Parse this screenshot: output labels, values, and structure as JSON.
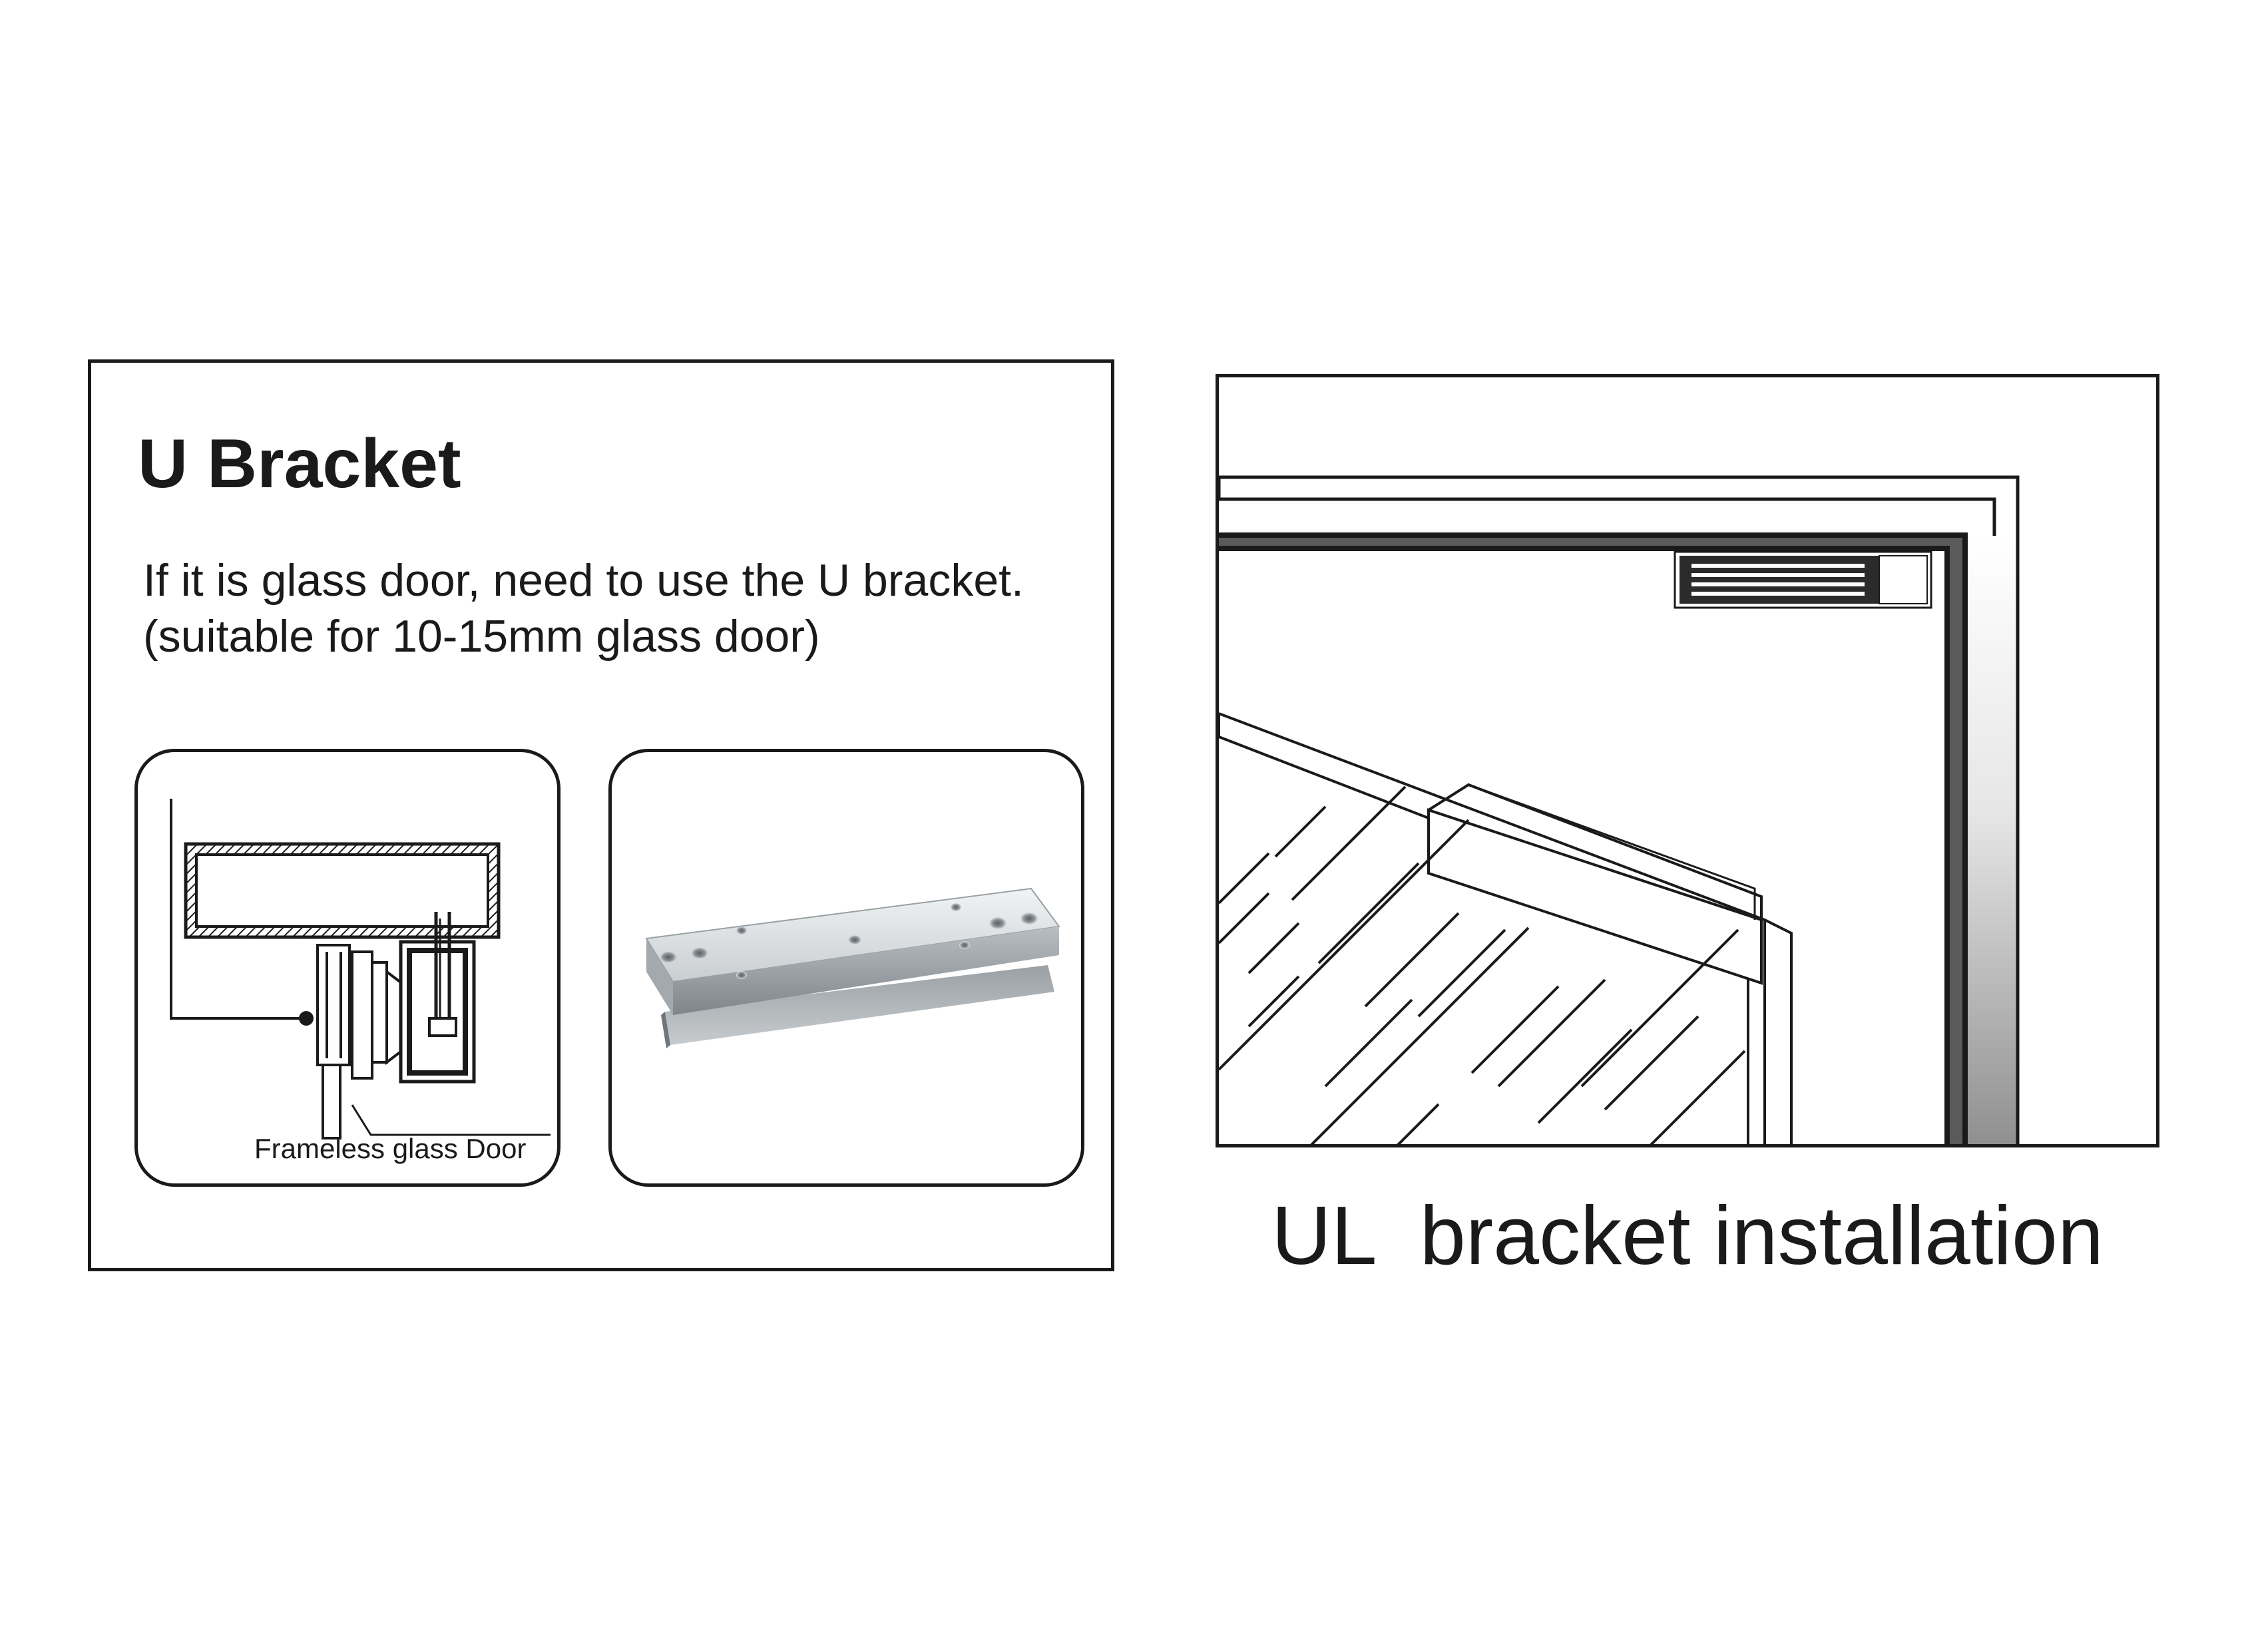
{
  "u_bracket_panel": {
    "title": "U Bracket",
    "description_lines": [
      "If it is glass door, need to use the U bracket.",
      "(suitable for 10-15mm glass door)"
    ],
    "diagram_label": "Frameless glass Door"
  },
  "ul_bracket_panel": {
    "caption": "UL  bracket installation"
  }
}
